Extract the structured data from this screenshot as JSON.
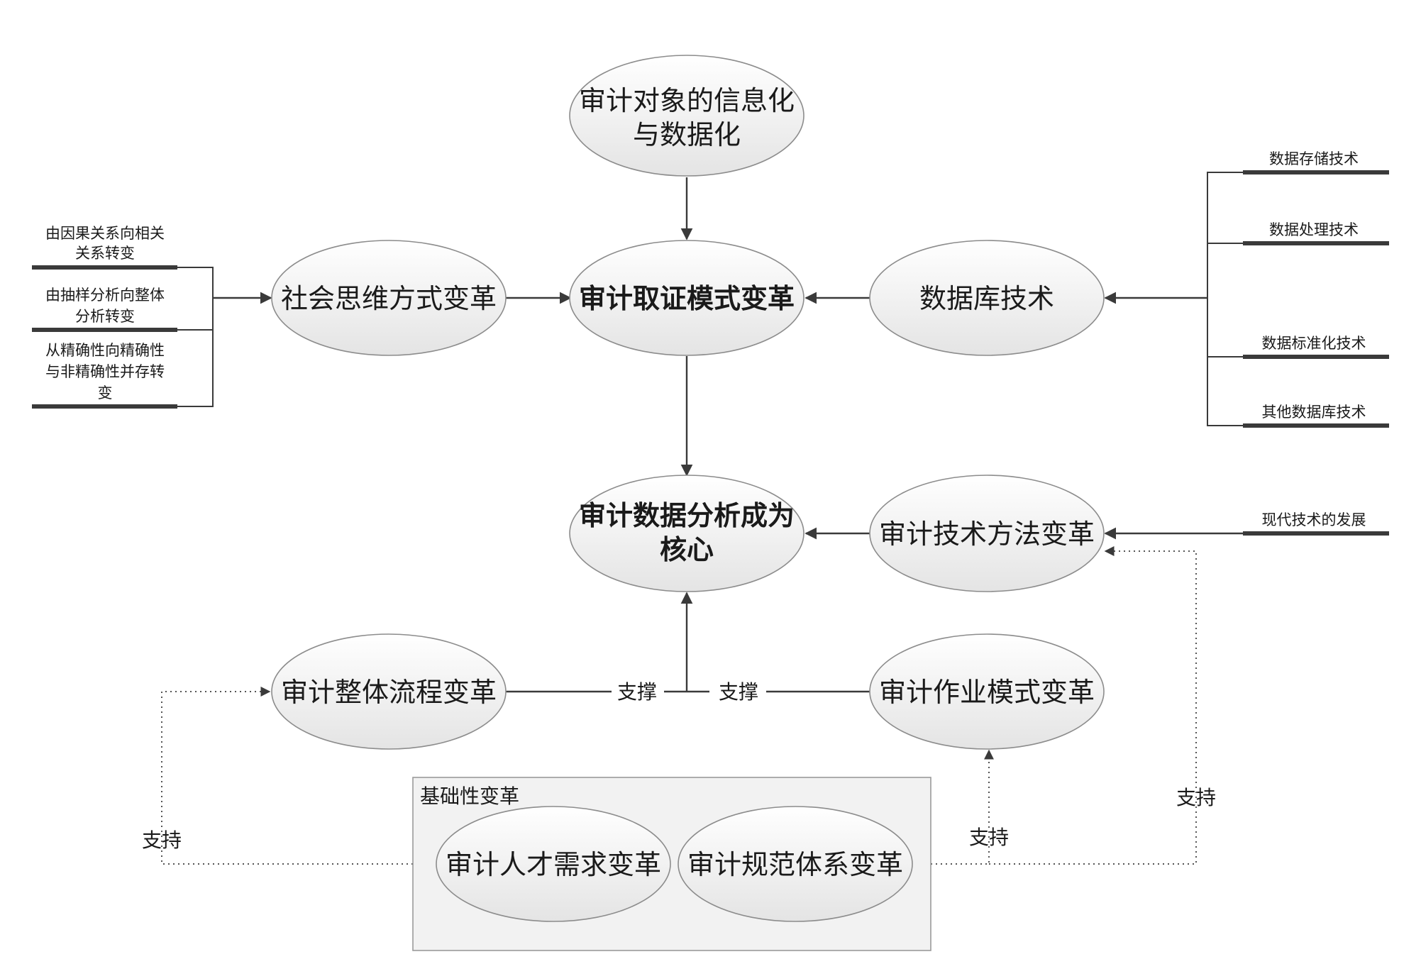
{
  "nodes": {
    "object": [
      "审计对象的信息化",
      "与数据化"
    ],
    "evidence": "审计取证模式变革",
    "social": "社会思维方式变革",
    "database": "数据库技术",
    "analysis": [
      "审计数据分析成为",
      "核心"
    ],
    "tech_method": "审计技术方法变革",
    "process": "审计整体流程变革",
    "operation": "审计作业模式变革",
    "talent": "审计人才需求变革",
    "norm": "审计规范体系变革"
  },
  "left_inputs": [
    [
      "由因果关系向相关",
      "关系转变"
    ],
    [
      "由抽样分析向整体",
      "分析转变"
    ],
    [
      "从精确性向精确性",
      "与非精确性并存转",
      "变"
    ]
  ],
  "right_inputs": [
    "数据存储技术",
    "数据处理技术",
    "数据标准化技术",
    "其他数据库技术"
  ],
  "modern_tech": "现代技术的发展",
  "group_title": "基础性变革",
  "edge_labels": {
    "support_brace": "支撑",
    "support_hold": "支持"
  }
}
